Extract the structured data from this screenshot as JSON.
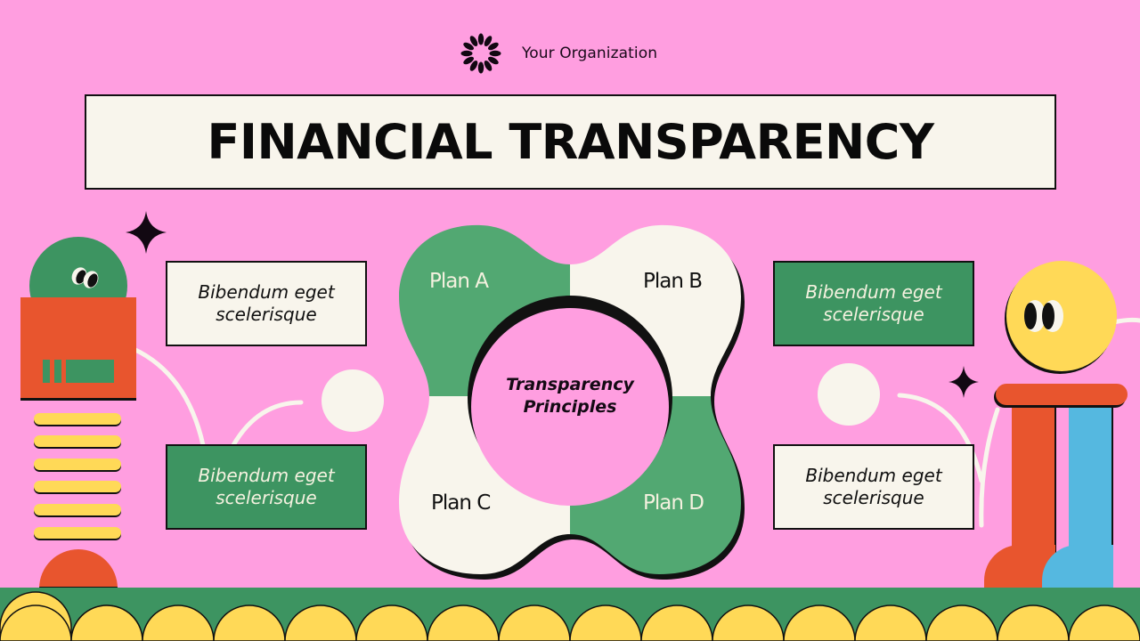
{
  "header": {
    "organization": "Your Organization",
    "logo_icon": "flower-burst-icon"
  },
  "title": "FINANCIAL TRANSPARENCY",
  "diagram": {
    "center_label_line1": "Transparency",
    "center_label_line2": "Principles",
    "plans": [
      {
        "label": "Plan A",
        "color": "#52a872"
      },
      {
        "label": "Plan B",
        "color": "#f8f5ec"
      },
      {
        "label": "Plan C",
        "color": "#f8f5ec"
      },
      {
        "label": "Plan D",
        "color": "#52a872"
      }
    ]
  },
  "boxes": [
    {
      "line1": "Bibendum eget",
      "line2": "scelerisque",
      "style": "light",
      "position": "top-left"
    },
    {
      "line1": "Bibendum eget",
      "line2": "scelerisque",
      "style": "green",
      "position": "bottom-left"
    },
    {
      "line1": "Bibendum eget",
      "line2": "scelerisque",
      "style": "green",
      "position": "top-right"
    },
    {
      "line1": "Bibendum eget",
      "line2": "scelerisque",
      "style": "light",
      "position": "bottom-right"
    }
  ],
  "colors": {
    "background": "#ff9ee0",
    "green": "#3d9461",
    "light_green": "#52a872",
    "cream": "#f8f5ec",
    "orange": "#e8552e",
    "yellow": "#ffd957",
    "blue": "#55b8e0",
    "ink": "#111111"
  }
}
